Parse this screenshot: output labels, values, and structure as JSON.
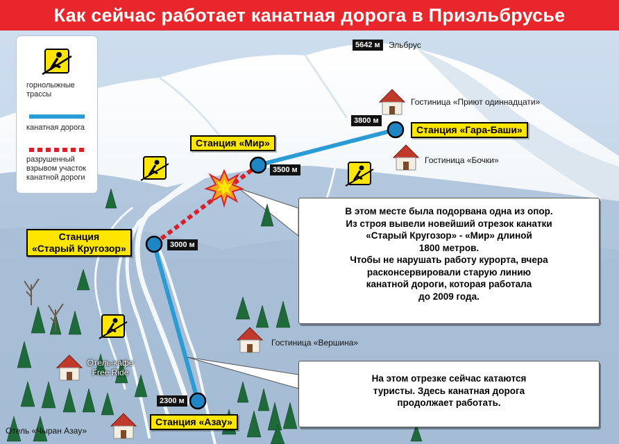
{
  "title": "Как сейчас работает канатная дорога в Приэльбрусье",
  "colors": {
    "title_bg": "#e8262b",
    "cable_active": "#2a9bd4",
    "cable_destroyed": "#d8202a",
    "station_label_bg": "#ffe600",
    "sign_bg": "#ffe600"
  },
  "legend": {
    "items": [
      {
        "icon": "skier-sign-icon",
        "label": "горнолыжные трассы"
      },
      {
        "icon": "blue-line-icon",
        "label": "канатная дорога"
      },
      {
        "icon": "red-dashed-line-icon",
        "label": "разрушенный взрывом участок канатной дороги"
      }
    ]
  },
  "peak": {
    "altitude": "5642 м",
    "name": "Эльбрус"
  },
  "stations": [
    {
      "name": "Станция «Гара-Баши»",
      "altitude": "3800 м"
    },
    {
      "name": "Станция «Мир»",
      "altitude": "3500 м"
    },
    {
      "name_line1": "Станция",
      "name_line2": "«Старый Кругозор»",
      "altitude": "3000 м"
    },
    {
      "name": "Станция «Азау»",
      "altitude": "2300 м"
    }
  ],
  "hotels": {
    "priyut": "Гостиница «Приют одиннадцати»",
    "bochki": "Гостиница «Бочки»",
    "vershina_label": "Гостиница «Вершина»",
    "free_ride_line1": "Отель-кафе",
    "free_ride_line2": "Free Ride",
    "chyran_azau": "Отель «Чыран Азау»"
  },
  "callouts": {
    "explosion": [
      "В этом месте была подорвана одна из опор.",
      "Из строя вывели новейший отрезок канатки",
      "«Старый Кругозор» - «Мир» длиной",
      "1800 метров.",
      "Чтобы не нарушать работу курорта, вчера",
      "расконсервировали старую линию",
      "канатной дороги, которая работала",
      "до 2009 года."
    ],
    "lower": [
      "На этом отрезке сейчас катаются",
      "туристы. Здесь канатная дорога",
      "продолжает работать."
    ]
  }
}
